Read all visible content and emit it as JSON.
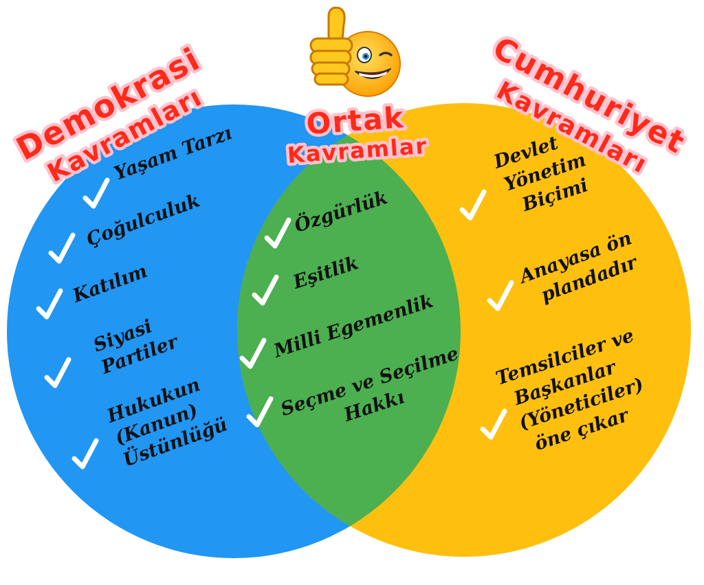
{
  "colors": {
    "left_circle": "#2196f3",
    "right_circle": "#ffbf0f",
    "overlap": "#4caf50",
    "title_fill": "#ff2a1a",
    "title_outline": "#ffc3cf",
    "item_text": "#111111",
    "check": "#ffffff"
  },
  "titles": {
    "left": {
      "line1": "Demokrasi",
      "line2": "Kavramları"
    },
    "center": {
      "line1": "Ortak",
      "line2": "Kavramlar"
    },
    "right": {
      "line1": "Cumhuriyet",
      "line2": "Kavramları"
    }
  },
  "mascot": {
    "icon": "thumbs-up-winking-smiley-icon"
  },
  "left_items": [
    {
      "lines": [
        "Yaşam Tarzı"
      ]
    },
    {
      "lines": [
        "Çoğulculuk"
      ]
    },
    {
      "lines": [
        "Katılım"
      ]
    },
    {
      "lines": [
        "Siyasi",
        "Partiler"
      ]
    },
    {
      "lines": [
        "Hukukun",
        "(Kanun)",
        "Üstünlüğü"
      ]
    }
  ],
  "center_items": [
    {
      "lines": [
        "Özgürlük"
      ]
    },
    {
      "lines": [
        "Eşitlik"
      ]
    },
    {
      "lines": [
        "Milli Egemenlik"
      ]
    },
    {
      "lines": [
        "Seçme ve Seçilme",
        "Hakkı"
      ]
    }
  ],
  "right_items": [
    {
      "lines": [
        "Devlet",
        "Yönetim",
        "Biçimi"
      ]
    },
    {
      "lines": [
        "Anayasa ön",
        "plandadır"
      ]
    },
    {
      "lines": [
        "Temsilciler ve",
        "Başkanlar",
        "(Yöneticiler)",
        "öne çıkar"
      ]
    }
  ]
}
